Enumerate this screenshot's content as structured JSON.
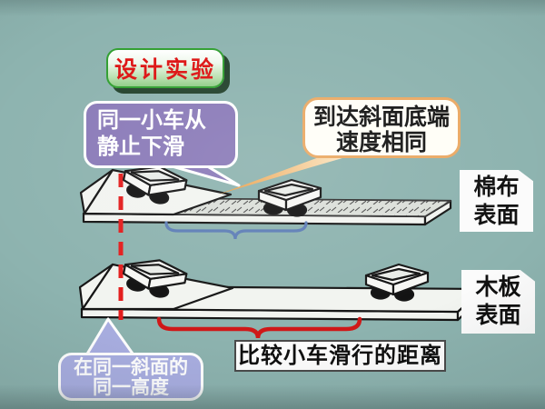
{
  "banner": {
    "label": "设计实验"
  },
  "callouts": {
    "release": {
      "line1": "同一小车从",
      "line2": "静止下滑"
    },
    "speed": {
      "line1": "到达斜面底端",
      "line2": "速度相同"
    },
    "height": {
      "line1": "在同一斜面的",
      "line2": "同一高度"
    },
    "compare": {
      "label": "比较小车滑行的距离"
    }
  },
  "surface_labels": {
    "cotton": {
      "line1": "棉布",
      "line2": "表面"
    },
    "wood": {
      "line1": "木板",
      "line2": "表面"
    }
  },
  "colors": {
    "background": "#8db3af",
    "banner_text": "#dd1111",
    "banner_border": "#2f9e2f",
    "purple_bubble": "#8a7ab8",
    "lavender_bubble": "#a9aee1",
    "orange_callout_border": "#eaa964",
    "red_accent": "#e31c1c",
    "blue_brace": "#5d7db6",
    "red_brace": "#cf1818"
  }
}
